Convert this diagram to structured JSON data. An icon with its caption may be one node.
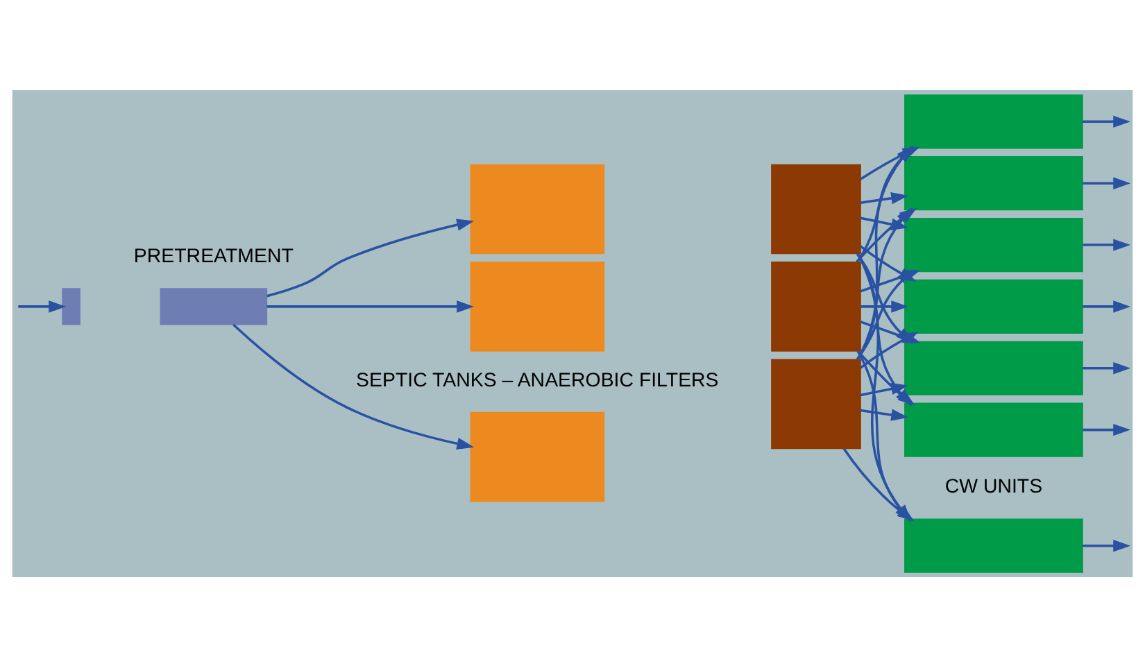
{
  "diagram": {
    "nodes": [
      {
        "text": [],
        "shape": "bar"
      },
      {
        "text": [],
        "shape": "bar"
      },
      {
        "text": [],
        "shape": "box"
      },
      {
        "text": [],
        "shape": "box"
      },
      {
        "text": [],
        "shape": "box"
      },
      {
        "text": [],
        "shape": "box"
      },
      {
        "text": [],
        "shape": "box"
      },
      {
        "text": [],
        "shape": "box"
      },
      {
        "text": [],
        "shape": "box"
      },
      {
        "text": [],
        "shape": "box"
      },
      {
        "text": [],
        "shape": "box"
      },
      {
        "text": [],
        "shape": "box"
      },
      {
        "text": [],
        "shape": "box"
      },
      {
        "text": [],
        "shape": "box"
      },
      {
        "text": [],
        "shape": "box"
      }
    ],
    "edges": [
      {
        "from": null,
        "to": 0,
        "arrow": "to"
      },
      {
        "from": 1,
        "to": 2,
        "arrow": "to"
      },
      {
        "from": 1,
        "to": 3,
        "arrow": "to"
      },
      {
        "from": 1,
        "to": 4,
        "arrow": "to"
      },
      {
        "from": 5,
        "to": 8,
        "arrow": "to"
      },
      {
        "from": 5,
        "to": 9,
        "arrow": "to"
      },
      {
        "from": 5,
        "to": 10,
        "arrow": "to"
      },
      {
        "from": 5,
        "to": 11,
        "arrow": "to"
      },
      {
        "from": 5,
        "to": 12,
        "arrow": "to"
      },
      {
        "from": 5,
        "to": 13,
        "arrow": "to"
      },
      {
        "from": 5,
        "to": 14,
        "arrow": "to"
      },
      {
        "from": 6,
        "to": 8,
        "arrow": "to"
      },
      {
        "from": 6,
        "to": 9,
        "arrow": "to"
      },
      {
        "from": 6,
        "to": 10,
        "arrow": "to"
      },
      {
        "from": 6,
        "to": 11,
        "arrow": "to"
      },
      {
        "from": 6,
        "to": 12,
        "arrow": "to"
      },
      {
        "from": 6,
        "to": 13,
        "arrow": "to"
      },
      {
        "from": 6,
        "to": 14,
        "arrow": "to"
      },
      {
        "from": 7,
        "to": 8,
        "arrow": "to"
      },
      {
        "from": 7,
        "to": 9,
        "arrow": "to"
      },
      {
        "from": 7,
        "to": 10,
        "arrow": "to"
      },
      {
        "from": 7,
        "to": 11,
        "arrow": "to"
      },
      {
        "from": 7,
        "to": 12,
        "arrow": "to"
      },
      {
        "from": 7,
        "to": 13,
        "arrow": "to"
      },
      {
        "from": 7,
        "to": 14,
        "arrow": "to"
      },
      {
        "from": 8,
        "to": null,
        "arrow": "to"
      },
      {
        "from": 9,
        "to": null,
        "arrow": "to"
      },
      {
        "from": 10,
        "to": null,
        "arrow": "to"
      },
      {
        "from": 11,
        "to": null,
        "arrow": "to"
      },
      {
        "from": 12,
        "to": null,
        "arrow": "to"
      },
      {
        "from": 13,
        "to": null,
        "arrow": "to"
      },
      {
        "from": 14,
        "to": null,
        "arrow": "to"
      }
    ],
    "labels": [
      "PRETREATMENT",
      "SEPTIC TANKS – ANAEROBIC FILTERS",
      "CW UNITS"
    ]
  }
}
